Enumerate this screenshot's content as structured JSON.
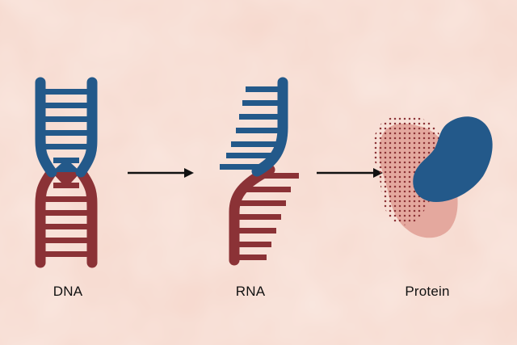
{
  "labels": {
    "dna": "DNA",
    "rna": "RNA",
    "protein": "Protein"
  },
  "colors": {
    "background": "#f6d8cd",
    "blue": "#23598a",
    "red": "#8b3236",
    "pink_blob": "#e4a89e",
    "dots": "#8b3236",
    "arrow": "#111111"
  },
  "icons": [
    "dna-double-helix-icon",
    "rna-strand-icon",
    "protein-blob-icon",
    "arrow-right-icon"
  ]
}
